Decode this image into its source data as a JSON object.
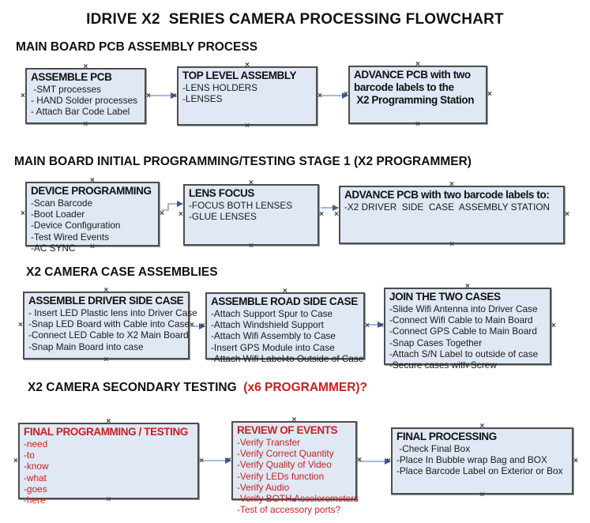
{
  "title": "IDRIVE X2  SERIES CAMERA PROCESSING FLOWCHART",
  "colors": {
    "box_fill": "#dfe8f4",
    "box_border": "#4d4d4d",
    "arrow_line": "#8ca3c3",
    "arrow_head": "#3b5c9b",
    "red_text": "#cc1f1f",
    "black_text": "#111111"
  },
  "sections": [
    {
      "header": "MAIN BOARD PCB ASSEMBLY PROCESS",
      "boxes": [
        {
          "title": "ASSEMBLE PCB",
          "lines": [
            " -SMT processes",
            "- HAND Solder processes",
            "- Attach Bar Code Label"
          ]
        },
        {
          "title": "TOP LEVEL ASSEMBLY",
          "lines": [
            "-LENS HOLDERS",
            "-LENSES"
          ]
        },
        {
          "title": "ADVANCE PCB with two\nbarcode labels to the\n X2 Programming Station",
          "lines": []
        }
      ]
    },
    {
      "header": "MAIN BOARD INITIAL PROGRAMMING/TESTING STAGE 1 (X2 PROGRAMMER)",
      "boxes": [
        {
          "title": "DEVICE PROGRAMMING",
          "lines": [
            "-Scan Barcode",
            "-Boot Loader",
            "-Device Configuration",
            "-Test Wired Events",
            "-AC SYNC"
          ]
        },
        {
          "title": "LENS FOCUS",
          "lines": [
            "-FOCUS BOTH LENSES",
            "-GLUE LENSES"
          ]
        },
        {
          "title": "ADVANCE PCB with two barcode labels to:",
          "lines": [
            "-X2 DRIVER  SIDE  CASE  ASSEMBLY STATION"
          ]
        }
      ]
    },
    {
      "header": "X2 CAMERA CASE ASSEMBLIES",
      "boxes": [
        {
          "title": "ASSEMBLE DRIVER SIDE CASE",
          "lines": [
            "- Insert LED Plastic lens into Driver Case",
            "-Snap LED Board with Cable into Case",
            "-Connect LED Cable to X2 Main Board",
            "-Snap Main Board into case"
          ]
        },
        {
          "title": "ASSEMBLE ROAD SIDE CASE",
          "lines": [
            "-Attach Support Spur to Case",
            "-Attach Windshield Support",
            "-Attach Wifi Assembly to Case",
            "-Insert GPS Module into Case",
            "-Attach Wifi Label to Outside of Case"
          ]
        },
        {
          "title": "JOIN THE TWO CASES",
          "lines": [
            "-Slide Wifi Antenna into Driver Case",
            "-Connect Wifi Cable to Main Board",
            "-Connect GPS Cable to Main Board",
            "-Snap Cases Together",
            "-Attach S/N Label to outside of case",
            "-Secure cases with Screw"
          ]
        }
      ]
    },
    {
      "header": "X2 CAMERA SECONDARY TESTING  ",
      "header_red": "(x6 PROGRAMMER)?",
      "boxes": [
        {
          "title": "FINAL PROGRAMMING / TESTING",
          "lines": [
            "-need",
            "-to",
            "-know",
            "-what",
            "-goes",
            "-here"
          ]
        },
        {
          "title": "REVIEW OF EVENTS",
          "lines": [
            "-Verify Transfer",
            "-Verify Correct Quantity",
            "-Verify Quality of Video",
            "-Verify LEDs function",
            "-Verify Audio",
            "-Verify BOTH Accelerometers",
            "-Test of accessory ports?"
          ]
        },
        {
          "title": "FINAL PROCESSING",
          "lines": [
            " -Check Final Box",
            "-Place In Bubble wrap Bag and BOX",
            "-Place Barcode Label on Exterior or Box"
          ]
        }
      ]
    }
  ]
}
